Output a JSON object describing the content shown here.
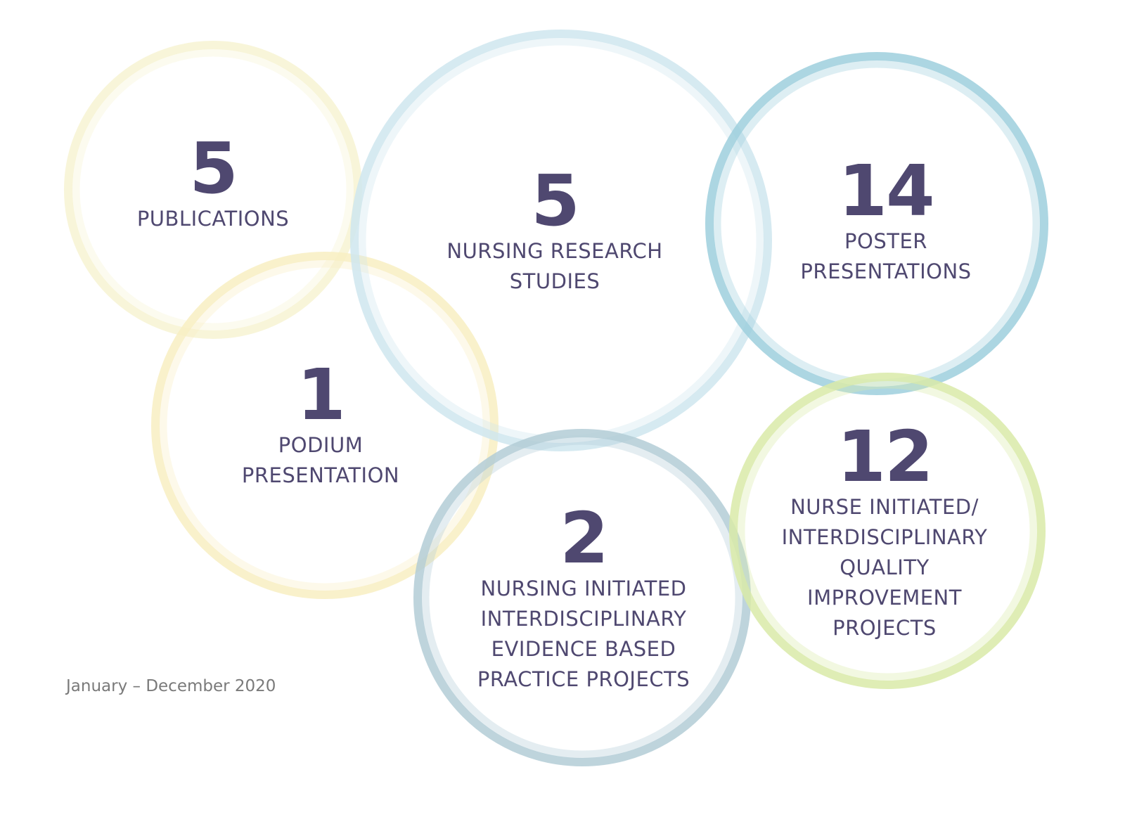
{
  "stats": [
    {
      "number": "5",
      "label": "PUBLICATIONS",
      "color": "#f7f3d2"
    },
    {
      "number": "1",
      "label": "PODIUM\nPRESENTATION",
      "color": "#f8efc2"
    },
    {
      "number": "5",
      "label": "NURSING RESEARCH\nSTUDIES",
      "color": "#cfe6ee"
    },
    {
      "number": "14",
      "label": "POSTER\nPRESENTATIONS",
      "color": "#9dcfdd"
    },
    {
      "number": "2",
      "label": "NURSING INITIATED\nINTERDISCIPLINARY\nEVIDENCE BASED\nPRACTICE PROJECTS",
      "color": "#b3ccd6"
    },
    {
      "number": "12",
      "label": "NURSE INITIATED/\nINTERDISCIPLINARY\nQUALITY\nIMPROVEMENT\nPROJECTS",
      "color": "#d9eaa8"
    }
  ],
  "date_range": "January – December 2020",
  "text_color": "#4f4870"
}
